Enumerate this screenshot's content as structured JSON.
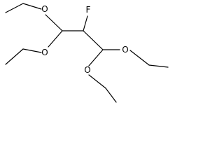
{
  "molecule": {
    "atoms": [
      {
        "id": "o1",
        "label": "O"
      },
      {
        "id": "f",
        "label": "F"
      },
      {
        "id": "o2",
        "label": "O"
      },
      {
        "id": "o3",
        "label": "O"
      },
      {
        "id": "o4",
        "label": "O"
      }
    ],
    "colors": {
      "bond": "#000000",
      "label": "#000000",
      "background": "#ffffff"
    }
  }
}
